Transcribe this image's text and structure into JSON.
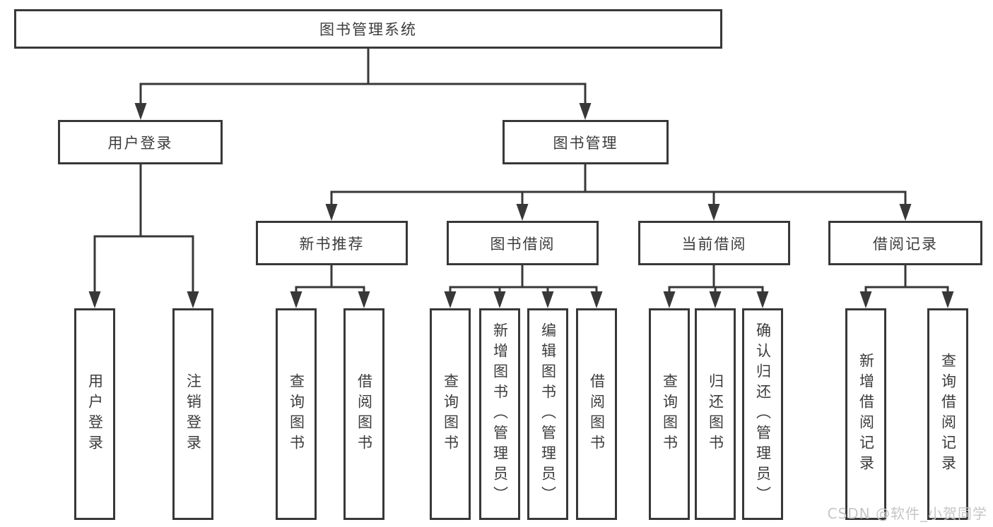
{
  "diagram": {
    "root": "图书管理系统",
    "level2": {
      "user_login": "用户登录",
      "book_mgmt": "图书管理"
    },
    "level3": {
      "new_books": "新书推荐",
      "book_borrow": "图书借阅",
      "current_borrow": "当前借阅",
      "borrow_records": "借阅记录"
    },
    "leaves": {
      "user_login": "用户登录",
      "logout": "注销登录",
      "query_book_nb": "查询图书",
      "borrow_book_nb": "借阅图书",
      "query_book_bb": "查询图书",
      "add_book": "新增图书（管理员）",
      "edit_book": "编辑图书（管理员）",
      "borrow_book_bb": "借阅图书",
      "query_book_cb": "查询图书",
      "return_book": "归还图书",
      "confirm_return": "确认归还（管理员）",
      "add_record": "新增借阅记录",
      "query_record": "查询借阅记录"
    }
  },
  "watermark": "CSDN @软件_小贺同学",
  "colors": {
    "line": "#383838",
    "text": "#3c3c3c",
    "background": "#ffffff",
    "watermark": "#c6c6c6"
  }
}
